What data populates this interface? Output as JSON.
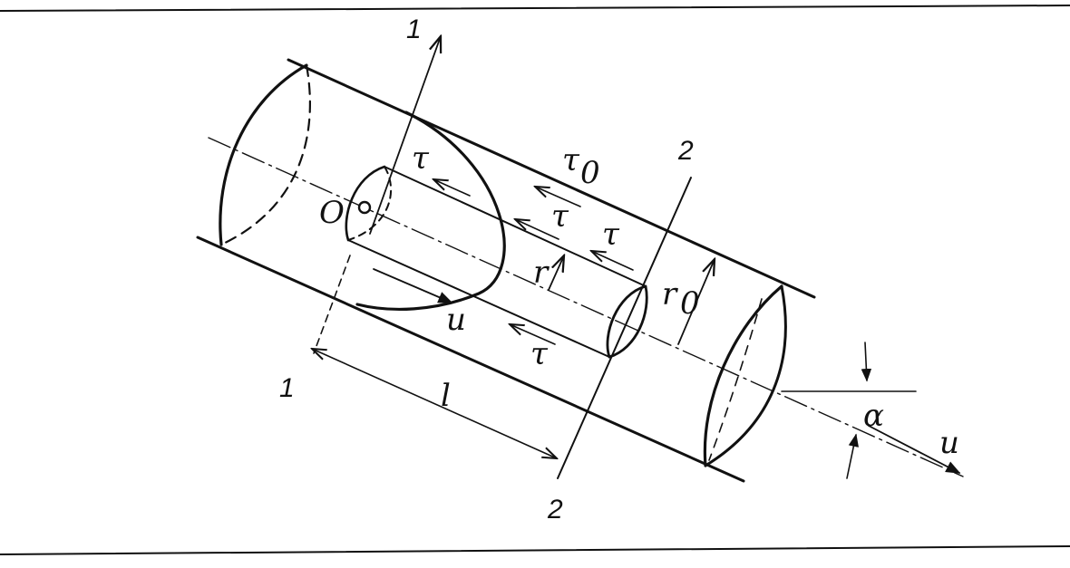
{
  "labels": {
    "section_1_top": "1",
    "section_1_bottom": "1",
    "section_2_top": "2",
    "section_2_bottom": "2",
    "origin": "O",
    "tau_profile": "τ",
    "tau_wall": "τ",
    "tau_wall_sub": "0",
    "tau_inner": "τ",
    "tau_mid": "τ",
    "tau_bottom": "τ",
    "radius": "r",
    "radius_outer": "r",
    "radius_outer_sub": "0",
    "velocity_profile": "u",
    "velocity_flow": "u",
    "length": "l",
    "angle": "α"
  },
  "colors": {
    "ink": "#111111",
    "background": "#ffffff"
  }
}
